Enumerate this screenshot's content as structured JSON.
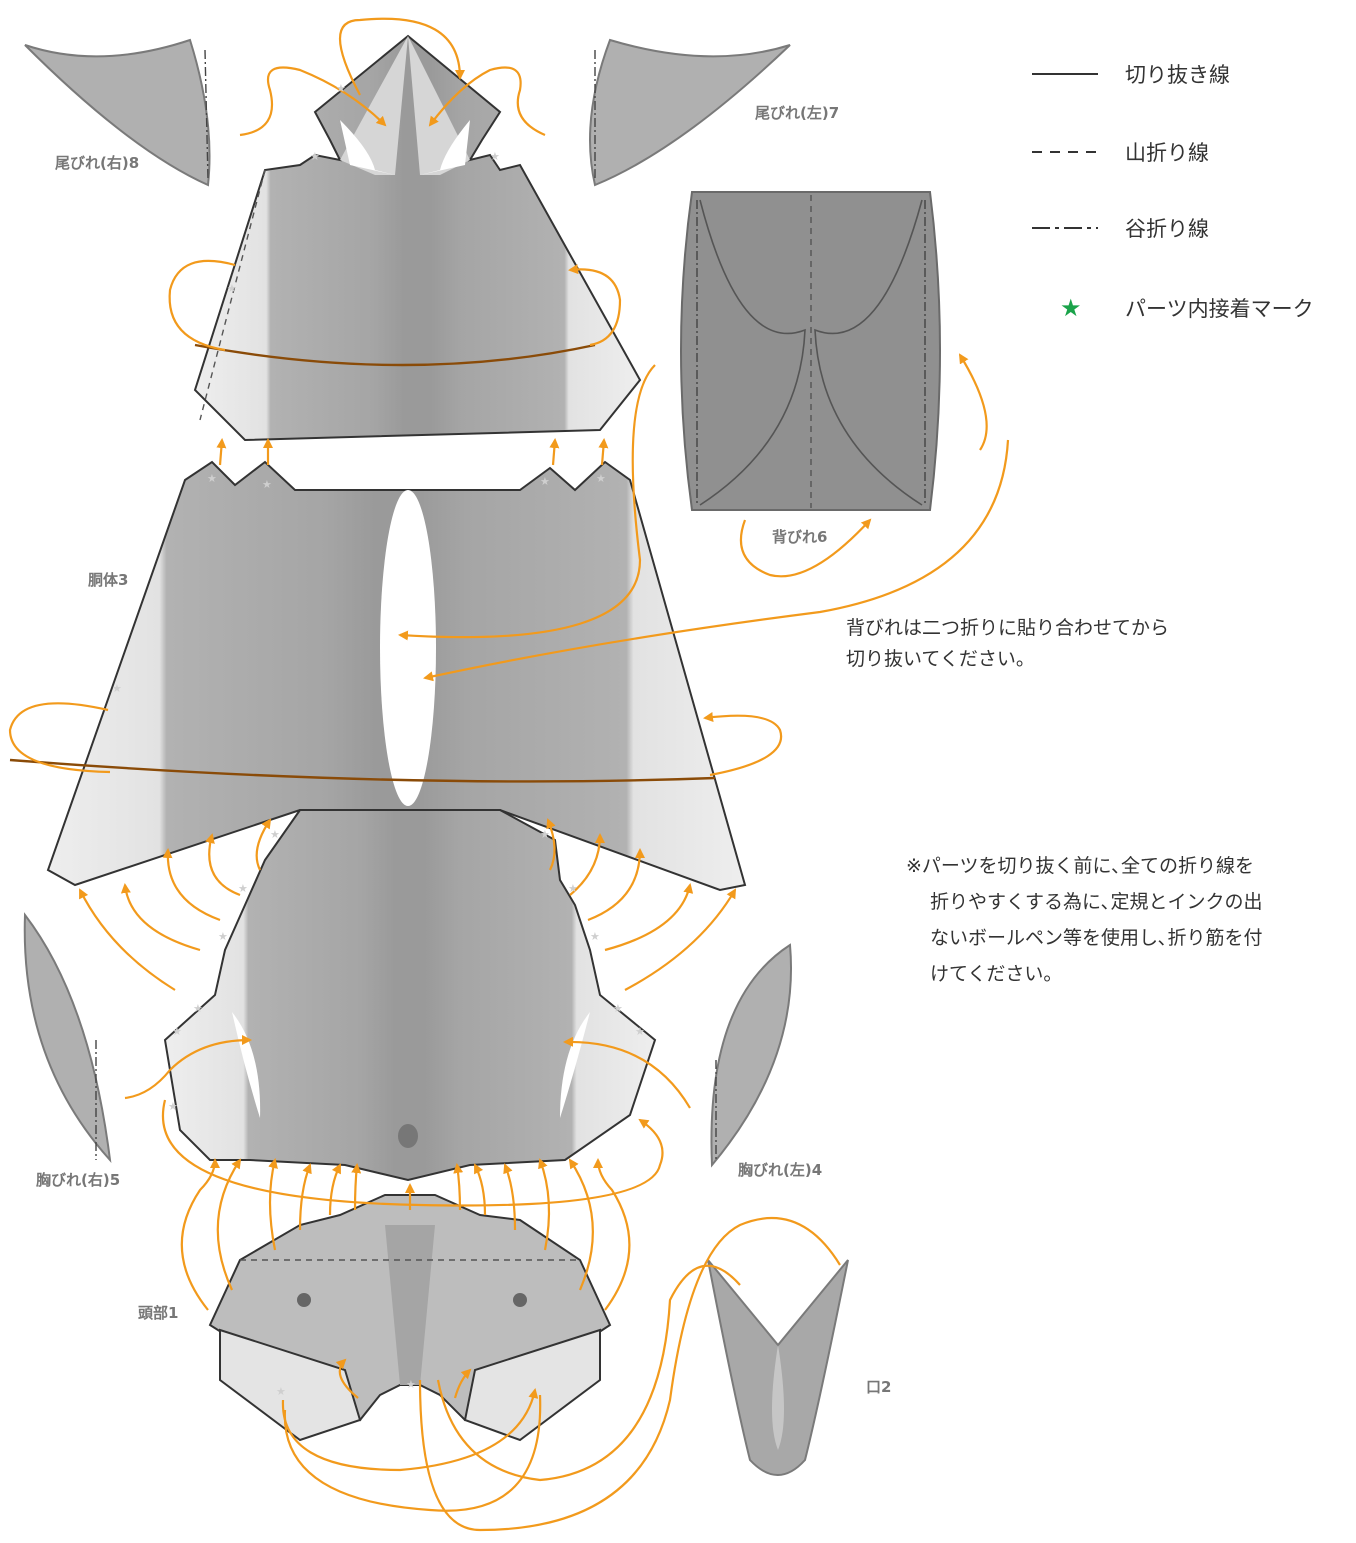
{
  "legend": {
    "cut_line": "切り抜き線",
    "mountain_fold": "山折り線",
    "valley_fold": "谷折り線",
    "glue_mark": "パーツ内接着マーク",
    "glue_mark_symbol": "★",
    "glue_mark_color": "#1aa34a"
  },
  "parts": {
    "head": "頭部1",
    "mouth": "口2",
    "body": "胴体3",
    "pectoral_left": "胸びれ(左)4",
    "pectoral_right": "胸びれ(右)5",
    "dorsal": "背びれ6",
    "tail_left": "尾びれ(左)7",
    "tail_right": "尾びれ(右)8"
  },
  "notes": {
    "dorsal_note_1": "背びれは二つ折りに貼り合わせてから",
    "dorsal_note_2": "切り抜いてください。",
    "fold_note_1": "※パーツを切り抜く前に､全ての折り線を",
    "fold_note_2": "折りやすくする為に､定規とインクの出",
    "fold_note_3": "ないボールペン等を使用し､折り筋を付",
    "fold_note_4": "けてください。"
  },
  "colors": {
    "arrow": "#f29a1c",
    "guide_line": "#8a4b08",
    "part_gray": "#a6a6a6"
  }
}
